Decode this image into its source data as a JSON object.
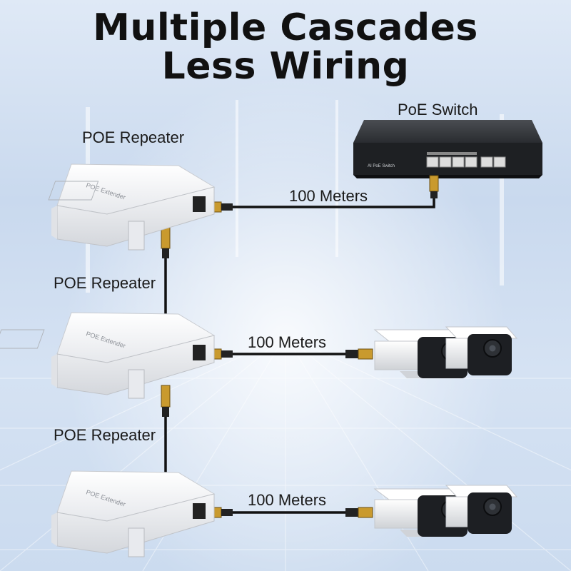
{
  "title": {
    "line1": "Multiple Cascades",
    "line2": "Less Wiring"
  },
  "switch": {
    "label": "PoE Switch",
    "front_text": "AI PoE Switch",
    "ports": 6
  },
  "repeaters": [
    {
      "label": "POE Repeater",
      "device_text": "POE Extender"
    },
    {
      "label": "POE Repeater",
      "device_text": "POE Extender"
    },
    {
      "label": "POE Repeater",
      "device_text": "POE Extender"
    }
  ],
  "links": [
    {
      "label": "100 Meters"
    },
    {
      "label": "100 Meters"
    },
    {
      "label": "100 Meters"
    }
  ],
  "colors": {
    "cable": "#111111",
    "connector_gold": "#c99a2e",
    "device_body": "#f2f3f5",
    "switch_body": "#2a2c30"
  }
}
